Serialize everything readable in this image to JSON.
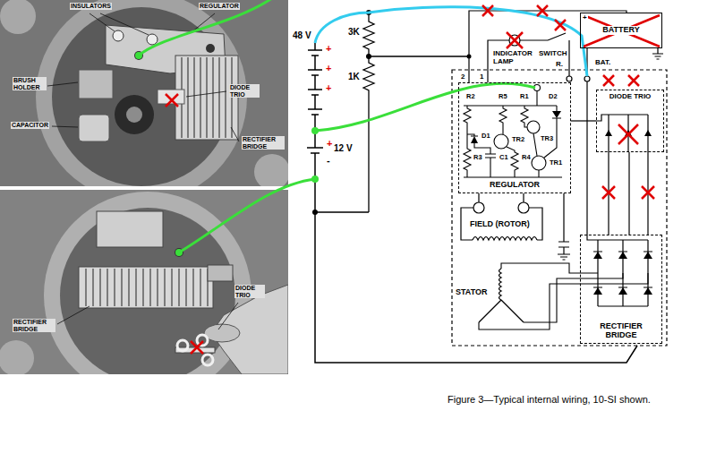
{
  "diagram": {
    "caption": "Figure 3—Typical internal wiring, 10-SI shown.",
    "nodes": [
      {
        "text": [
          "BATTERY"
        ]
      },
      {
        "text": [
          "REGULATOR"
        ]
      },
      {
        "text": [
          "DIODE TRIO"
        ]
      },
      {
        "text": [
          "RECTIFIER BRIDGE"
        ]
      }
    ],
    "edges": [
      {
        "from": 2,
        "to": 1,
        "arrow": "none"
      },
      {
        "from": 3,
        "to": 2,
        "arrow": "none"
      }
    ],
    "labels": [
      "INSULATORS",
      "REGULATOR",
      "BRUSH HOLDER",
      "DIODE TRIO",
      "CAPACITOR",
      "RECTIFIER BRIDGE",
      "RECTIFIER BRIDGE",
      "DIODE TRIO",
      "48 V",
      "+",
      "+",
      "+",
      "+",
      "12 V",
      "-",
      "3K",
      "1K",
      "INDICATOR LAMP",
      "SWITCH",
      "R.",
      "BAT.",
      "2",
      "1",
      "R2",
      "R5",
      "R1",
      "D2",
      "D1",
      "TR2",
      "TR3",
      "R3",
      "C1",
      "R4",
      "TR1",
      "FIELD (ROTOR)",
      "STATOR",
      "+"
    ]
  }
}
